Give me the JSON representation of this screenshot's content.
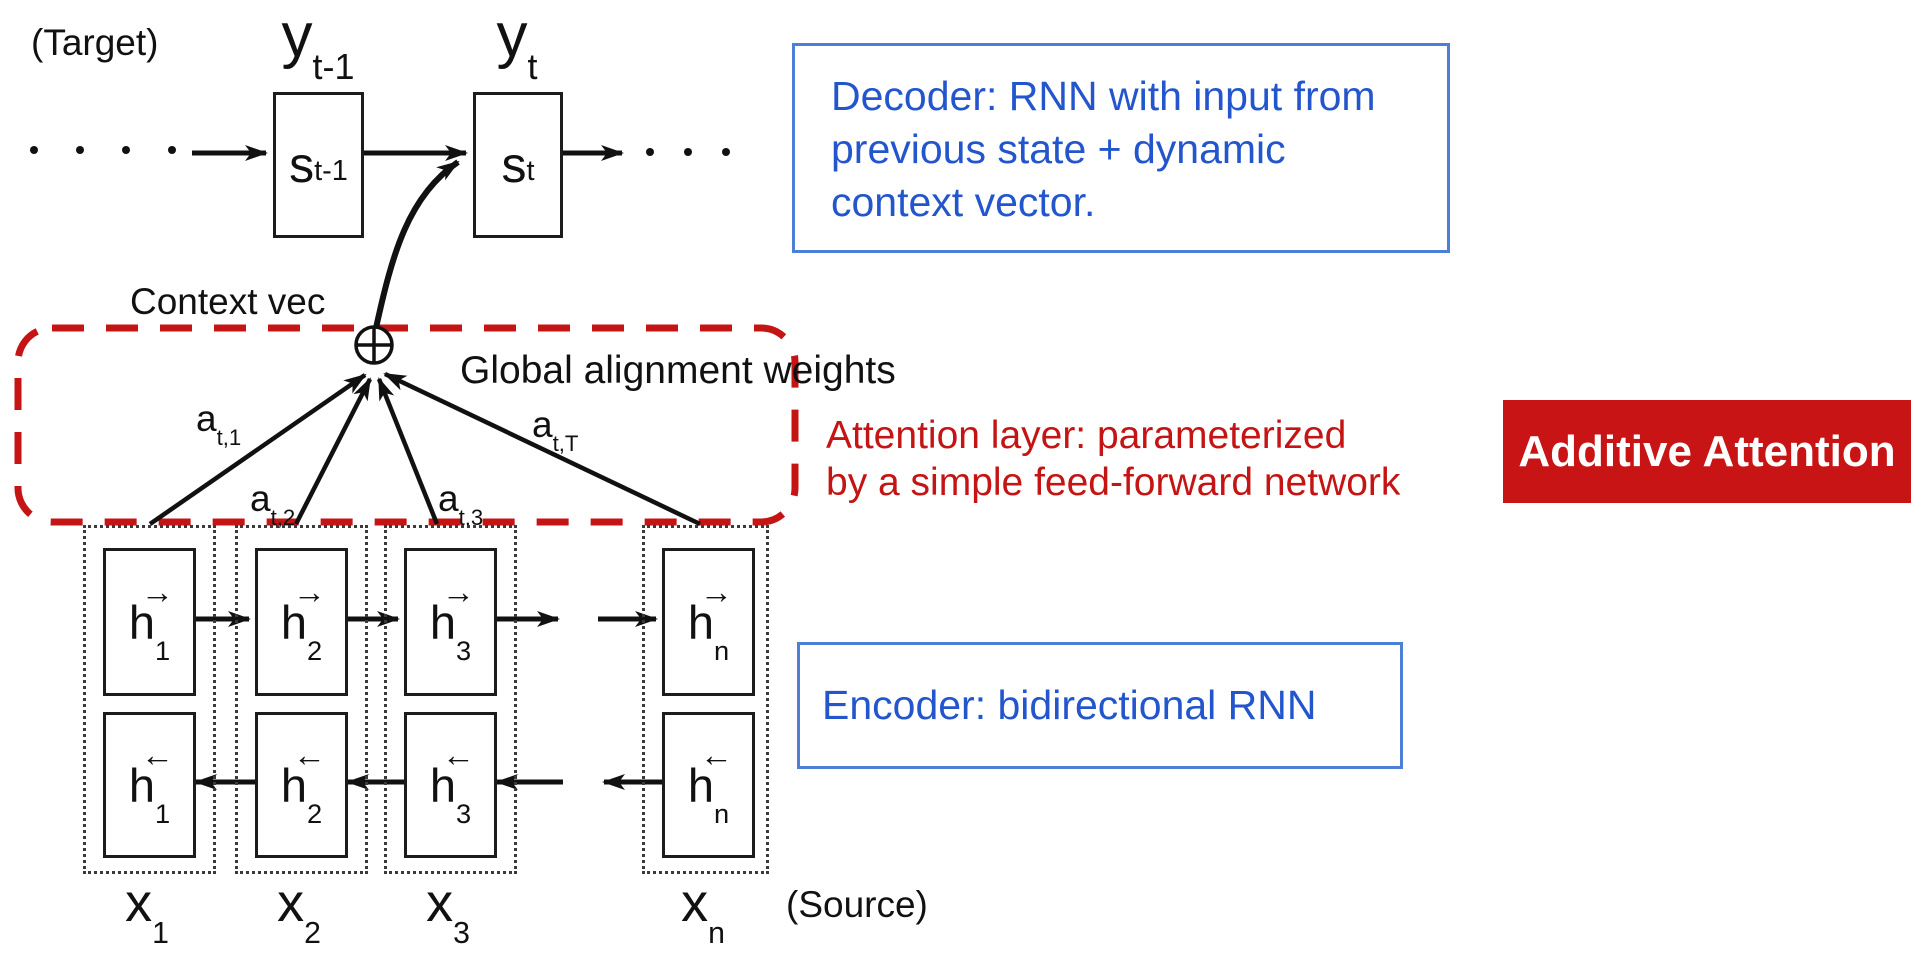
{
  "labels": {
    "target": "(Target)",
    "source": "(Source)",
    "context_vec": "Context vec",
    "global_alignment": "Global alignment weights"
  },
  "decoder": {
    "y_prev": {
      "base": "y",
      "sub": "t-1"
    },
    "y_curr": {
      "base": "y",
      "sub": "t"
    },
    "s_prev": {
      "base": "s",
      "sub": "t-1"
    },
    "s_curr": {
      "base": "s",
      "sub": "t"
    }
  },
  "attention": {
    "weights": [
      {
        "base": "a",
        "sub": "t,1"
      },
      {
        "base": "a",
        "sub": "t,2"
      },
      {
        "base": "a",
        "sub": "t,3"
      },
      {
        "base": "a",
        "sub": "t,T"
      }
    ]
  },
  "encoder": {
    "h_base": "h",
    "fwd_arrow": "→",
    "bwd_arrow": "←",
    "columns": [
      {
        "h_sub": "1",
        "x_base": "x",
        "x_sub": "1"
      },
      {
        "h_sub": "2",
        "x_base": "x",
        "x_sub": "2"
      },
      {
        "h_sub": "3",
        "x_base": "x",
        "x_sub": "3"
      },
      {
        "h_sub": "n",
        "x_base": "x",
        "x_sub": "n"
      }
    ]
  },
  "annotations": {
    "decoder_note": {
      "lines": [
        "Decoder: RNN with input from",
        "previous state + dynamic",
        "context vector."
      ]
    },
    "attention_note": {
      "lines": [
        "Attention layer: parameterized",
        "by a simple feed-forward network"
      ]
    },
    "encoder_note": "Encoder: bidirectional RNN",
    "additive_attention": "Additive Attention"
  },
  "colors": {
    "blue_text": "#2356cd",
    "blue_border": "#4d7fd6",
    "red": "#c41414",
    "red_box_bg": "#c81414",
    "black": "#111111"
  }
}
